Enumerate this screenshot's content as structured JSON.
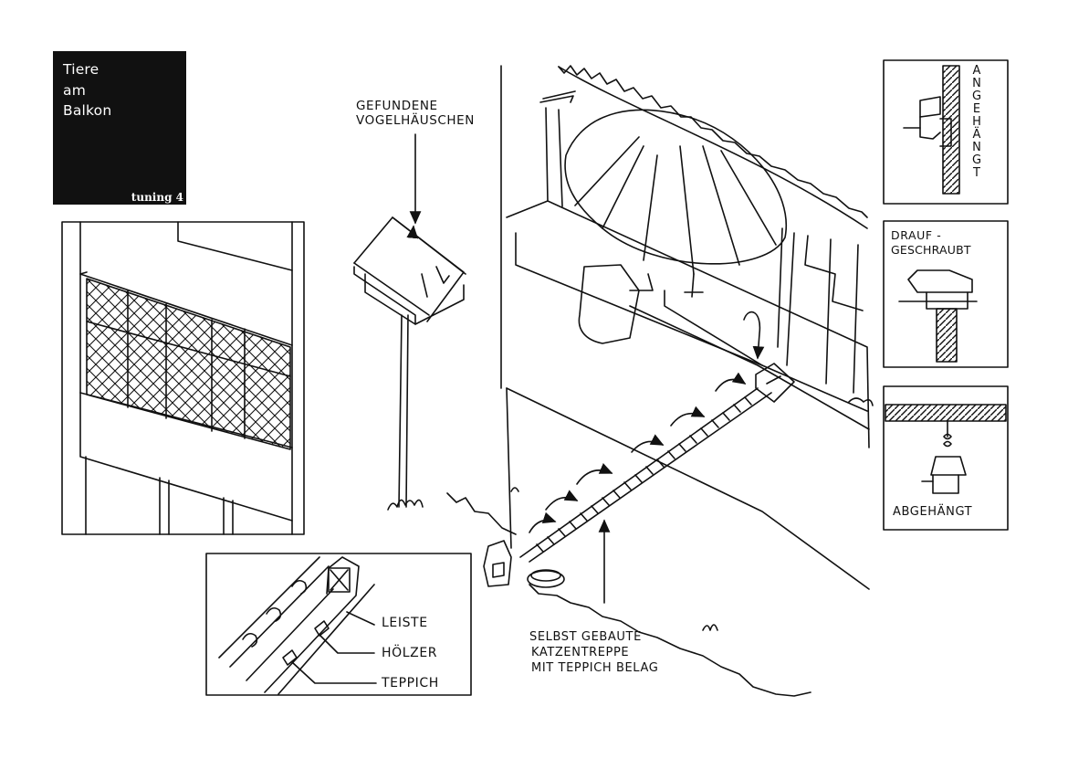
{
  "title_box": {
    "title": "Tiere\nam\nBalkon",
    "subtitle": "tuning 4"
  },
  "labels": {
    "birdhouse_line1": "GEFUNDENE",
    "birdhouse_line2": "VOGELHÄUSCHEN",
    "stairs_line1": "SELBST GEBAUTE",
    "stairs_line2": "KATZENTREPPE",
    "stairs_line3": "MIT TEPPICH BELAG"
  },
  "detail_stairs": {
    "leiste": "LEISTE",
    "hoelzer": "HÖLZER",
    "teppich": "TEPPICH"
  },
  "mount_panels": {
    "hung": "ANGEHÄNGT",
    "screwed_line1": "DRAUF -",
    "screwed_line2": "GESCHRAUBT",
    "suspended": "ABGEHÄNGT"
  },
  "colors": {
    "ink": "#111111",
    "title_background": "#111111",
    "title_text": "#ffffff"
  }
}
